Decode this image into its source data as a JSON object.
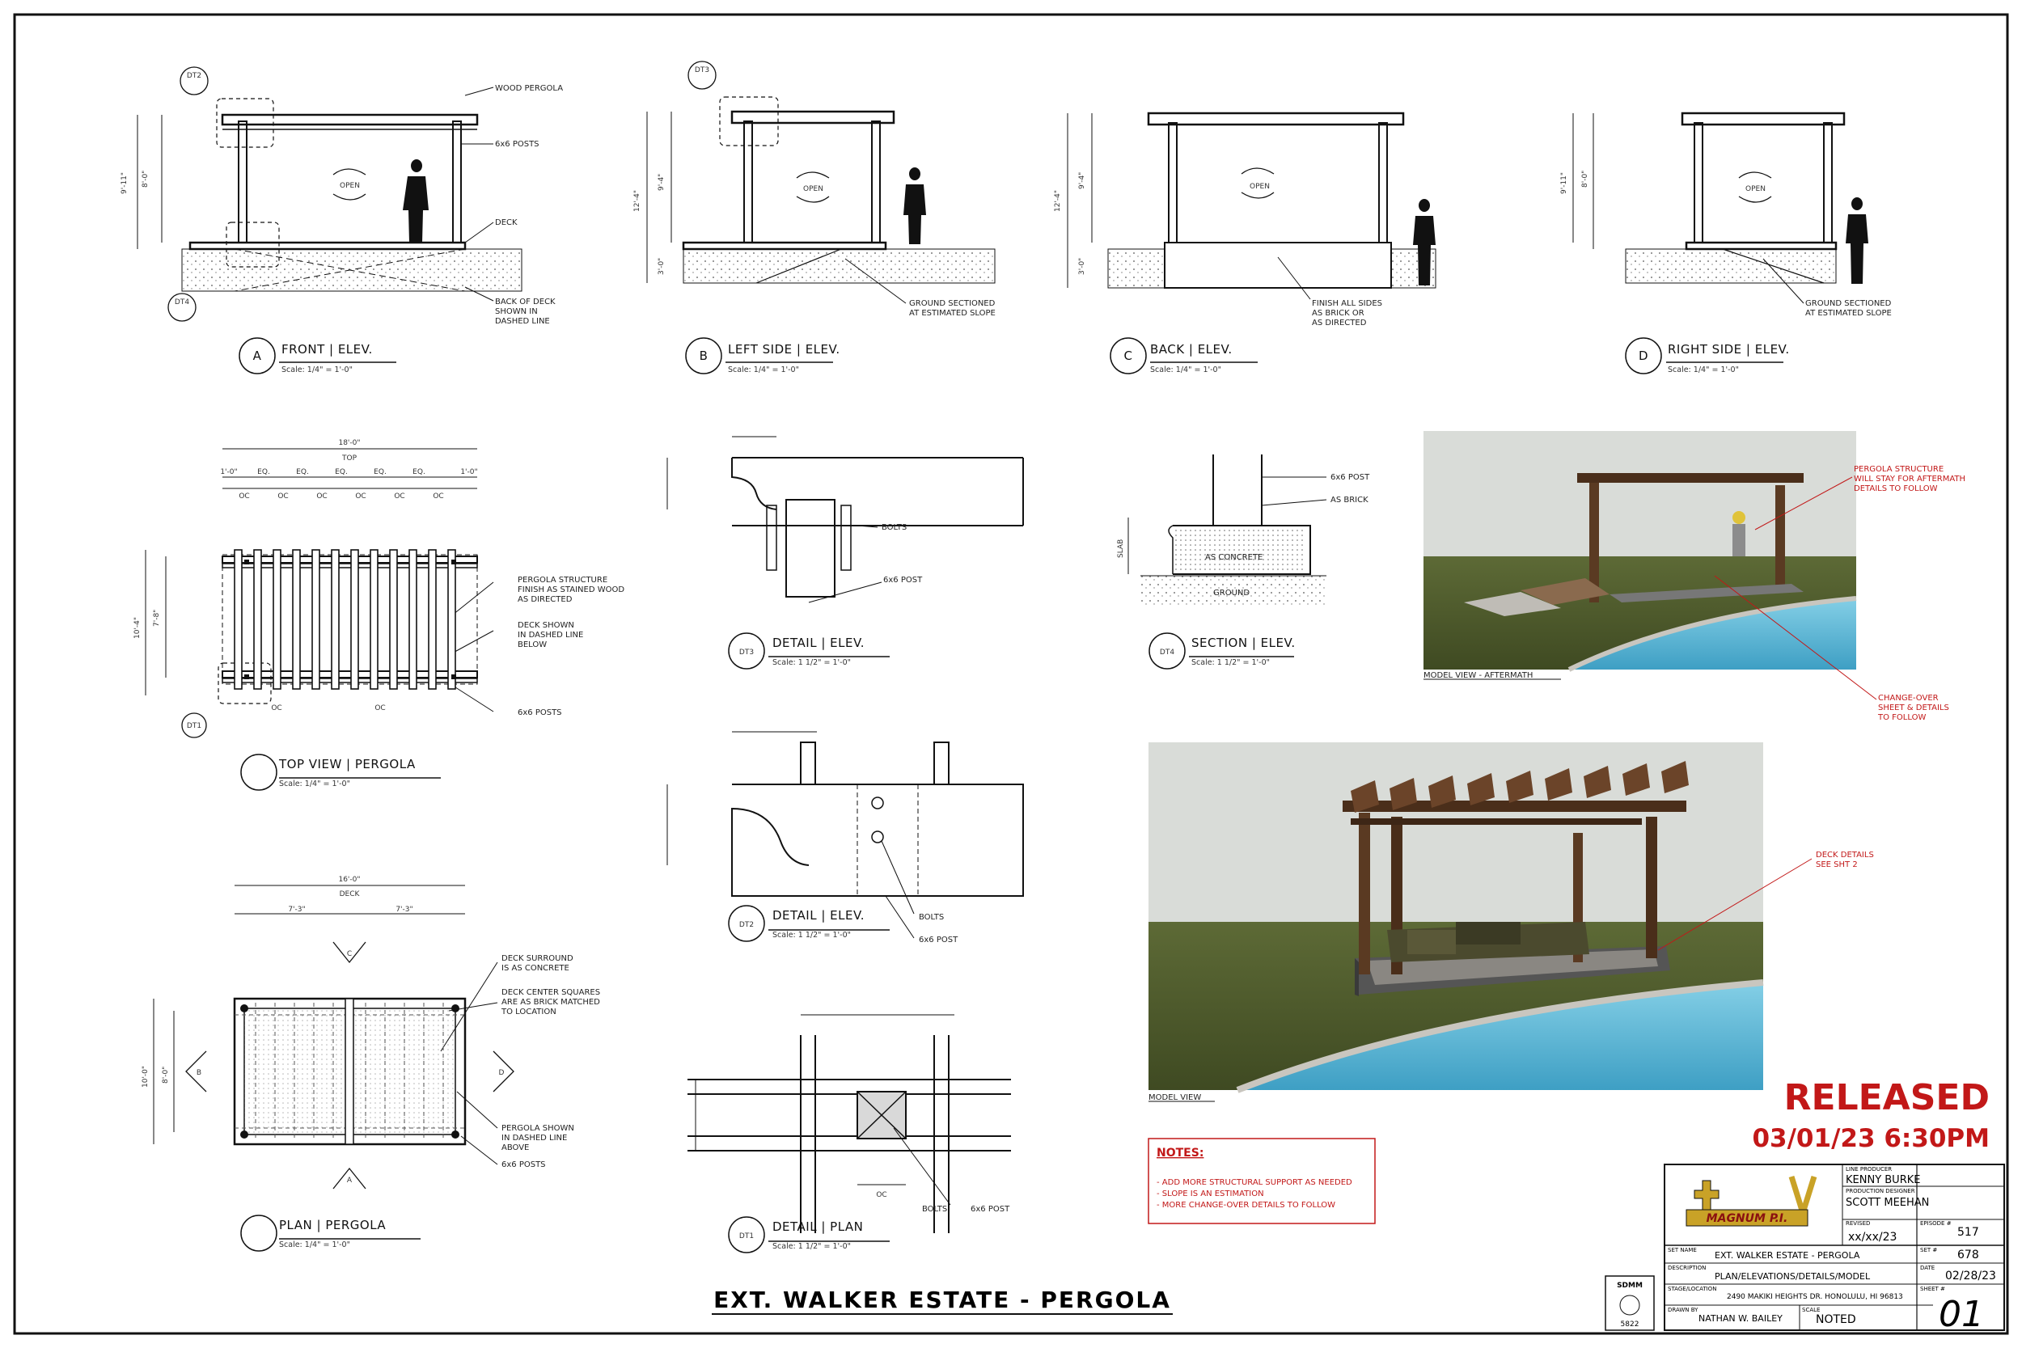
{
  "sheet_title": "EXT. WALKER ESTATE - PERGOLA",
  "views": {
    "front": {
      "letter": "A",
      "title": "FRONT | ELEV.",
      "scale": "Scale: 1/4\" = 1'-0\""
    },
    "left": {
      "letter": "B",
      "title": "LEFT SIDE | ELEV.",
      "scale": "Scale: 1/4\" = 1'-0\""
    },
    "back": {
      "letter": "C",
      "title": "BACK | ELEV.",
      "scale": "Scale: 1/4\" = 1'-0\""
    },
    "right": {
      "letter": "D",
      "title": "RIGHT SIDE | ELEV.",
      "scale": "Scale: 1/4\" = 1'-0\""
    },
    "top": {
      "title": "TOP VIEW | PERGOLA",
      "scale": "Scale: 1/4\" = 1'-0\""
    },
    "plan": {
      "title": "PLAN | PERGOLA",
      "scale": "Scale: 1/4\" = 1'-0\""
    },
    "dt3": {
      "tag": "DT3",
      "title": "DETAIL | ELEV.",
      "scale": "Scale: 1 1/2\" = 1'-0\""
    },
    "dt4": {
      "tag": "DT4",
      "title": "SECTION | ELEV.",
      "scale": "Scale: 1 1/2\" = 1'-0\""
    },
    "dt2": {
      "tag": "DT2",
      "title": "DETAIL | ELEV.",
      "scale": "Scale: 1 1/2\" = 1'-0\""
    },
    "dt1": {
      "tag": "DT1",
      "title": "DETAIL | PLAN",
      "scale": "Scale: 1 1/2\" = 1'-0\""
    }
  },
  "callouts": {
    "wood_pergola": "WOOD PERGOLA",
    "posts_6x6": "6x6 POSTS",
    "deck": "DECK",
    "back_of_deck": [
      "BACK OF DECK",
      "SHOWN IN",
      "DASHED LINE"
    ],
    "ground_sectioned": [
      "GROUND SECTIONED",
      "AT ESTIMATED SLOPE"
    ],
    "finish_all_sides": [
      "FINISH ALL SIDES",
      "AS BRICK OR",
      "AS DIRECTED"
    ],
    "open": "OPEN",
    "pergola_finish": [
      "PERGOLA STRUCTURE",
      "FINISH AS STAINED WOOD",
      "AS DIRECTED"
    ],
    "deck_dashed": [
      "DECK SHOWN",
      "IN DASHED LINE",
      "BELOW"
    ],
    "bolts": "BOLTS",
    "post_6x6": "6x6 POST",
    "as_brick": "AS BRICK",
    "as_concrete": "AS CONCRETE",
    "ground": "GROUND",
    "slab": "SLAB",
    "deck_surround": [
      "DECK SURROUND",
      "IS AS CONCRETE"
    ],
    "deck_center": [
      "DECK CENTER SQUARES",
      "ARE AS BRICK MATCHED",
      "TO LOCATION"
    ],
    "pergola_dashed_above": [
      "PERGOLA SHOWN",
      "IN DASHED LINE",
      "ABOVE"
    ],
    "model_aftermath_note": [
      "PERGOLA STRUCTURE",
      "WILL STAY FOR AFTERMATH",
      "DETAILS TO FOLLOW"
    ],
    "changeover_note": [
      "CHANGE-OVER",
      "SHEET & DETAILS",
      "TO FOLLOW"
    ],
    "deck_details_note": [
      "DECK DETAILS",
      "SEE SHT 2"
    ]
  },
  "dimensions": {
    "width_18": "18'-0\"",
    "width_16": "16'-0\"",
    "depth_10_4": "10'-4\"",
    "depth_10": "10'-0\"",
    "d_7_8": "7'-8\"",
    "d_8": "8'-0\"",
    "d_7_3": "7'-3\"",
    "h_9_11": "9'-11\"",
    "h_12_4": "12'-4\"",
    "h_9_4": "9'-4\"",
    "h_8_0": "8'-0\"",
    "h_3_0": "3'-0\"",
    "eq": "EQ.",
    "oc": "OC",
    "one_ft": "1'-0\"",
    "top": "TOP",
    "deck": "DECK"
  },
  "model_views": {
    "aftermath": "MODEL VIEW - AFTERMATH",
    "main": "MODEL VIEW"
  },
  "notes": {
    "header": "NOTES:",
    "items": [
      "- ADD MORE STRUCTURAL SUPPORT AS NEEDED",
      "- SLOPE IS AN ESTIMATION",
      "- MORE CHANGE-OVER DETAILS TO FOLLOW"
    ]
  },
  "released": {
    "label": "RELEASED",
    "datetime": "03/01/23 6:30PM"
  },
  "title_block": {
    "logo": "MAGNUM P.I.",
    "line_producer_label": "LINE PRODUCER",
    "line_producer": "KENNY BURKE",
    "production_designer_label": "PRODUCTION DESIGNER",
    "production_designer": "SCOTT MEEHAN",
    "revised_label": "REVISED",
    "revised": "xx/xx/23",
    "episode_label": "EPISODE #",
    "episode": "517",
    "set_name_label": "SET NAME",
    "set_name": "EXT. WALKER ESTATE - PERGOLA",
    "set_no_label": "SET #",
    "set_no": "678",
    "description_label": "DESCRIPTION",
    "description": "PLAN/ELEVATIONS/DETAILS/MODEL",
    "date_label": "DATE",
    "date": "02/28/23",
    "stage_label": "STAGE/LOCATION",
    "stage": "2490 MAKIKI HEIGHTS DR. HONOLULU, HI 96813",
    "sheet_label": "SHEET #",
    "sheet": "01",
    "drawn_by_label": "DRAWN BY",
    "drawn_by": "NATHAN W. BAILEY",
    "scale_label": "SCALE",
    "scale": "NOTED",
    "union_top": "SDMM",
    "union_no": "5822"
  },
  "colors": {
    "ink": "#111111",
    "red": "#c21818",
    "grass": "#4f5b2f",
    "pool": "#5fb8d6",
    "wood": "#5a3a22",
    "sky": "#d9dcd8"
  }
}
